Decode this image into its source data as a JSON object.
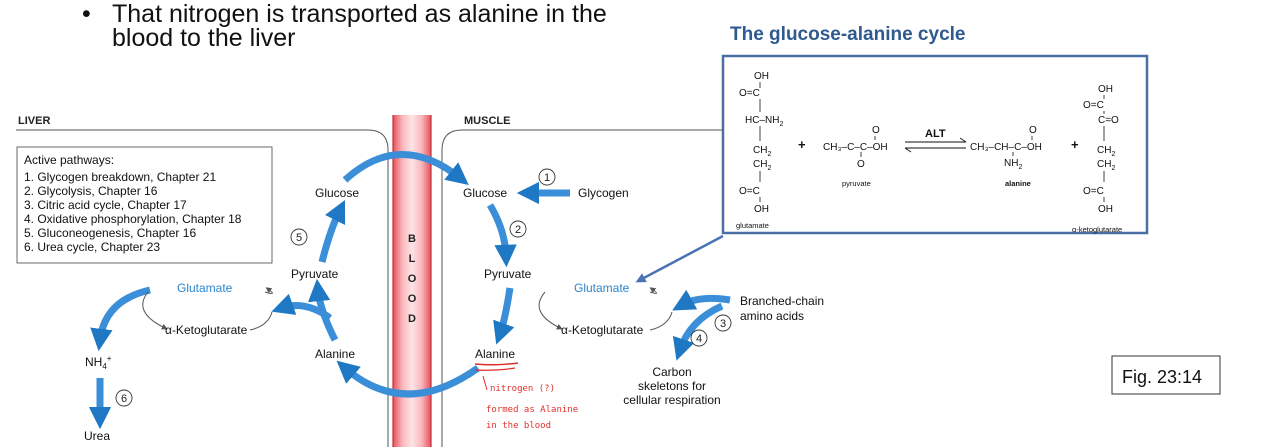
{
  "slide": {
    "bullet_symbol": "•",
    "bullet_line1": "That nitrogen is transported as alanine in the",
    "bullet_line2": "blood to the liver",
    "cycle_title": "The glucose-alanine cycle",
    "fig_label": "Fig. 23:14"
  },
  "diagram": {
    "liver_label": "LIVER",
    "muscle_label": "MUSCLE",
    "blood_letters": [
      "B",
      "L",
      "O",
      "O",
      "D"
    ],
    "active_pathways_title": "Active pathways:",
    "active_pathways": [
      "1.  Glycogen breakdown, Chapter 21",
      "2.  Glycolysis, Chapter 16",
      "3.  Citric acid cycle, Chapter 17",
      "4.  Oxidative phosphorylation, Chapter 18",
      "5.  Gluconeogenesis, Chapter 16",
      "6.  Urea cycle, Chapter 23"
    ],
    "liver": {
      "glucose": "Glucose",
      "pyruvate": "Pyruvate",
      "alanine": "Alanine",
      "glutamate": "Glutamate",
      "ketoglutarate": "α-Ketoglutarate",
      "nh4": "NH",
      "nh4_sub": "4",
      "nh4_sup": "+",
      "urea": "Urea"
    },
    "muscle": {
      "glucose": "Glucose",
      "glycogen": "Glycogen",
      "pyruvate": "Pyruvate",
      "alanine": "Alanine",
      "glutamate": "Glutamate",
      "ketoglutarate": "α-Ketoglutarate",
      "bcaa_line1": "Branched-chain",
      "bcaa_line2": "amino acids",
      "carbon_line1": "Carbon",
      "carbon_line2": "skeletons for",
      "carbon_line3": "cellular respiration"
    },
    "step_numbers": [
      "1",
      "2",
      "3",
      "4",
      "5",
      "6"
    ],
    "handwritten_note": [
      "nitrogen (?)",
      "formed as Alanine",
      "in the blood"
    ]
  },
  "reaction": {
    "glutamate_oh_top": "OH",
    "glutamate_oc_top": "O=C",
    "glutamate_hc": "HC–NH",
    "glutamate_hc_sub": "2",
    "glutamate_ch2_a": "CH",
    "glutamate_ch2_b": "CH",
    "ch_sub": "2",
    "glutamate_oc_bottom": "O=C",
    "glutamate_oh_bottom": "OH",
    "glutamate_label": "glutamate",
    "plus": "+",
    "pyruvate_formula": "CH₃–C–C–OH",
    "pyruvate_o": "O",
    "pyruvate_label": "pyruvate",
    "enzyme": "ALT",
    "alanine_formula": "CH₃–CH–C–OH",
    "alanine_o": "O",
    "alanine_nh2": "NH",
    "alanine_label": "alanine",
    "akg_oh_top": "OH",
    "akg_oc_top": "O=C",
    "akg_co": "C=O",
    "akg_ch2_a": "CH",
    "akg_ch2_b": "CH",
    "akg_oc_bottom": "O=C",
    "akg_oh_bottom": "OH",
    "akg_label": "α-ketoglutarate"
  }
}
